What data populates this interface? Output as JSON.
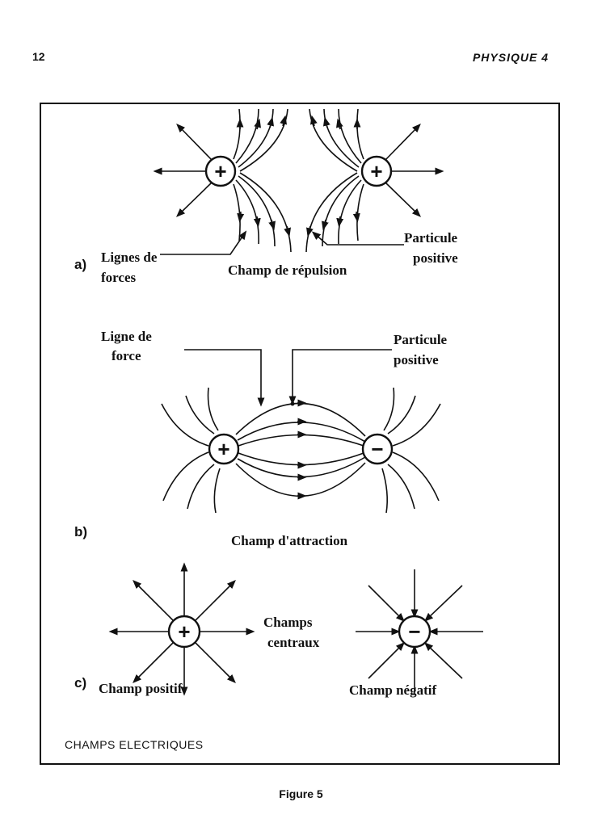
{
  "page": {
    "number": "12",
    "running_head": "PHYSIQUE 4",
    "figure_caption": "Figure 5"
  },
  "figure": {
    "title": "CHAMPS ELECTRIQUES",
    "panel_a": {
      "letter": "a)",
      "lines_label_1": "Lignes de",
      "lines_label_2": "forces",
      "field_label": "Champ de répulsion",
      "particle_label_1": "Particule",
      "particle_label_2": "positive",
      "charges": [
        "+",
        "+"
      ]
    },
    "panel_b": {
      "letter": "b)",
      "line_label_1": "Ligne de",
      "line_label_2": "force",
      "particle_label_1": "Particule",
      "particle_label_2": "positive",
      "field_label": "Champ d'attraction",
      "charges": [
        "+",
        "−"
      ]
    },
    "panel_c": {
      "letter": "c)",
      "positive_label": "Champ positif",
      "central_label_1": "Champs",
      "central_label_2": "centraux",
      "negative_label": "Champ négatif",
      "charges": [
        "+",
        "−"
      ]
    }
  }
}
